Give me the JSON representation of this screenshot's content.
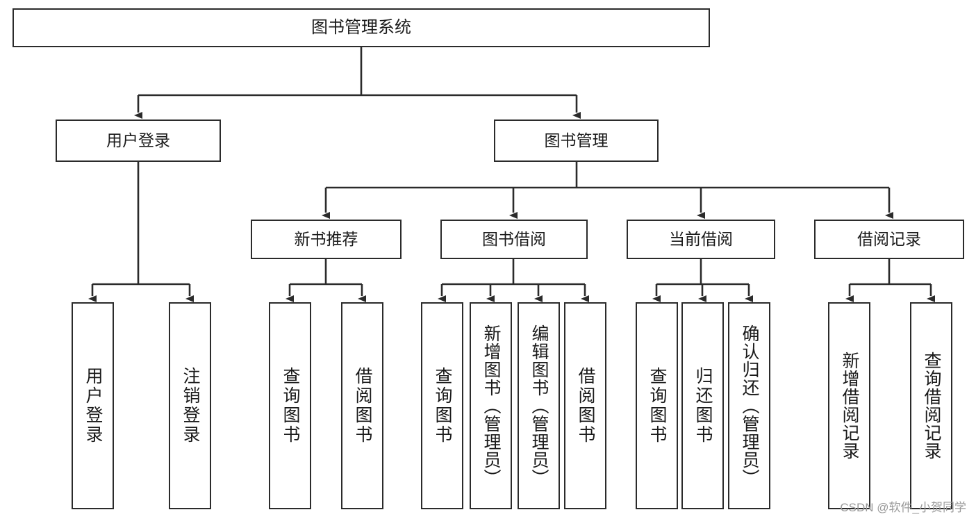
{
  "diagram": {
    "type": "tree",
    "title": "图书管理系统",
    "orientation": "top-down",
    "watermark": "CSDN @软件_小贺同学",
    "colors": {
      "box_border": "#2b2b2b",
      "box_fill": "#ffffff",
      "edge": "#2b2b2b",
      "text": "#1a1a1a",
      "watermark": "#9a9a9a",
      "background": "#ffffff"
    },
    "nodes": {
      "root": {
        "label": "图书管理系统"
      },
      "level2": [
        {
          "id": "user_login",
          "label": "用户登录"
        },
        {
          "id": "book_mgmt",
          "label": "图书管理"
        }
      ],
      "level3": [
        {
          "id": "new_book_rec",
          "label": "新书推荐",
          "parent": "book_mgmt"
        },
        {
          "id": "book_borrow",
          "label": "图书借阅",
          "parent": "book_mgmt"
        },
        {
          "id": "current_borrow",
          "label": "当前借阅",
          "parent": "book_mgmt"
        },
        {
          "id": "borrow_record",
          "label": "借阅记录",
          "parent": "book_mgmt"
        }
      ],
      "leaves": [
        {
          "id": "leaf_user_login",
          "label": "用户登录",
          "parent": "user_login"
        },
        {
          "id": "leaf_user_logout",
          "label": "注销登录",
          "parent": "user_login"
        },
        {
          "id": "leaf_rec_query",
          "label": "查询图书",
          "parent": "new_book_rec"
        },
        {
          "id": "leaf_rec_borrow",
          "label": "借阅图书",
          "parent": "new_book_rec"
        },
        {
          "id": "leaf_bb_query",
          "label": "查询图书",
          "parent": "book_borrow"
        },
        {
          "id": "leaf_bb_add",
          "label": "新增图书（管理员）",
          "parent": "book_borrow"
        },
        {
          "id": "leaf_bb_edit",
          "label": "编辑图书（管理员）",
          "parent": "book_borrow"
        },
        {
          "id": "leaf_bb_borrow",
          "label": "借阅图书",
          "parent": "book_borrow"
        },
        {
          "id": "leaf_cb_query",
          "label": "查询图书",
          "parent": "current_borrow"
        },
        {
          "id": "leaf_cb_return",
          "label": "归还图书",
          "parent": "current_borrow"
        },
        {
          "id": "leaf_cb_confirm",
          "label": "确认归还（管理员）",
          "parent": "current_borrow"
        },
        {
          "id": "leaf_br_add",
          "label": "新增借阅记录",
          "parent": "borrow_record"
        },
        {
          "id": "leaf_br_query",
          "label": "查询借阅记录",
          "parent": "borrow_record"
        }
      ]
    }
  }
}
